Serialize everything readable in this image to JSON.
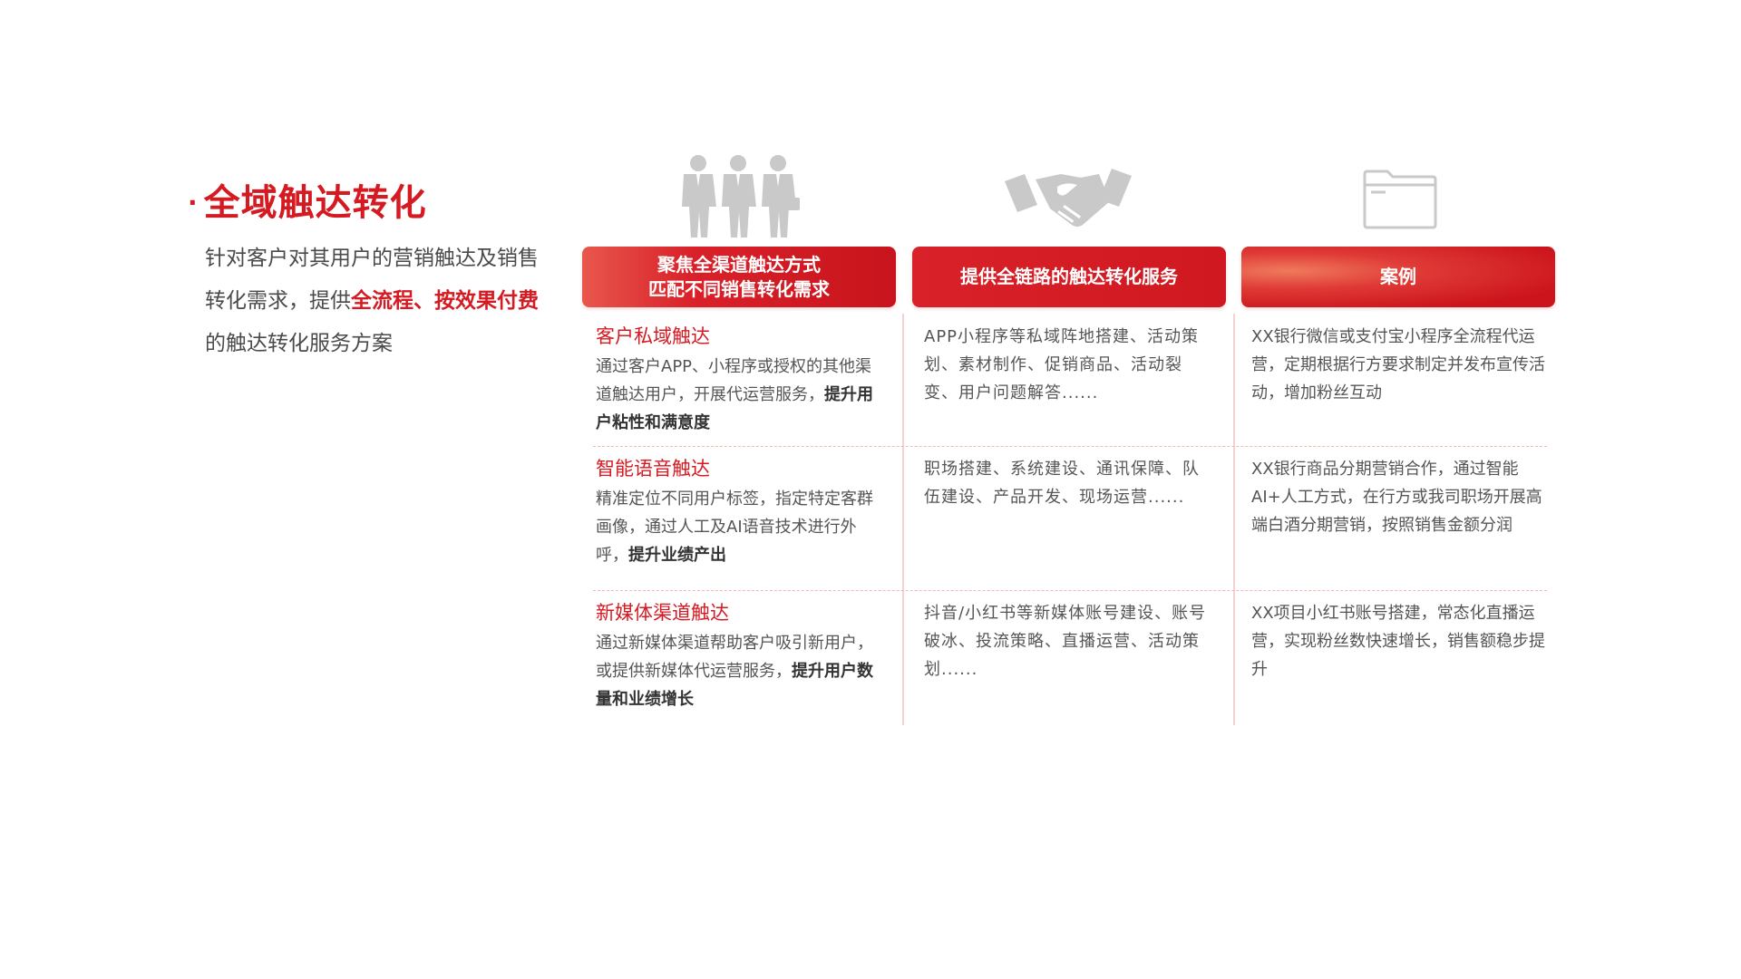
{
  "intro": {
    "bullet": "·",
    "title": "全域触达转化",
    "desc_part1": "针对客户对其用户的营销触达及销售转化需求，提供",
    "desc_highlight": "全流程、按效果付费",
    "desc_part2": "的触达转化服务方案"
  },
  "icons": {
    "col1": "business-people-icon",
    "col2": "handshake-icon",
    "col3": "folder-icon"
  },
  "colors": {
    "brand_red": "#d51a22",
    "divider": "#f3d2cf"
  },
  "headers": {
    "col1_line1": "聚焦全渠道触达方式",
    "col1_line2": "匹配不同销售转化需求",
    "col2": "提供全链路的触达转化服务",
    "col3": "案例"
  },
  "rows": [
    {
      "title": "客户私域触达",
      "desc": "通过客户APP、小程序或授权的其他渠道触达用户，开展代运营服务，",
      "desc_bold": "提升用户粘性和满意度",
      "service": "APP小程序等私域阵地搭建、活动策划、素材制作、促销商品、活动裂变、用户问题解答......",
      "case": "XX银行微信或支付宝小程序全流程代运营，定期根据行方要求制定并发布宣传活动，增加粉丝互动"
    },
    {
      "title": "智能语音触达",
      "desc": "精准定位不同用户标签，指定特定客群画像，通过人工及AI语音技术进行外呼，",
      "desc_bold": "提升业绩产出",
      "service": "职场搭建、系统建设、通讯保障、队伍建设、产品开发、现场运营......",
      "case": "XX银行商品分期营销合作，通过智能AI+人工方式，在行方或我司职场开展高端白酒分期营销，按照销售金额分润"
    },
    {
      "title": "新媒体渠道触达",
      "desc": "通过新媒体渠道帮助客户吸引新用户，或提供新媒体代运营服务，",
      "desc_bold": "提升用户数量和业绩增长",
      "service": "抖音/小红书等新媒体账号建设、账号破冰、投流策略、直播运营、活动策划......",
      "case": "XX项目小红书账号搭建，常态化直播运营，实现粉丝数快速增长，销售额稳步提升"
    }
  ]
}
